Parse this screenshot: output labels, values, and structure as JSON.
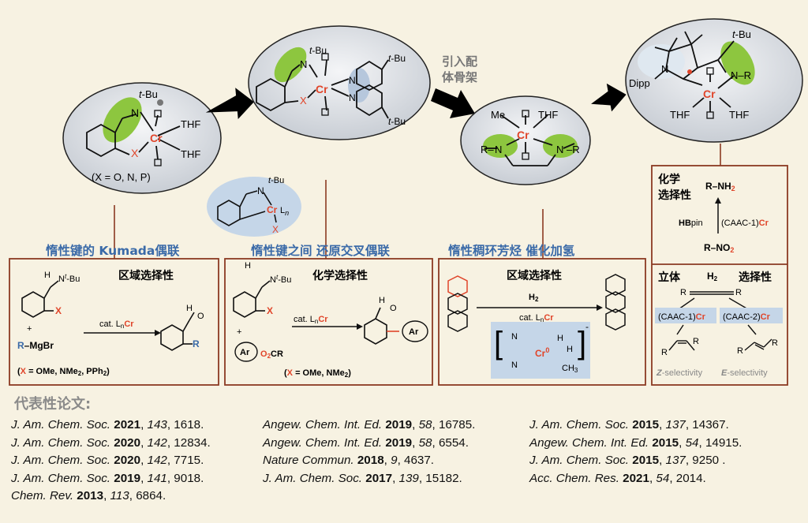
{
  "sections": {
    "kumada": "惰性键的 Kumada偶联",
    "reductive": "惰性键之间 还原交叉偶联",
    "hydrogenation": "惰性稠环芳烃 催化加氢",
    "ligand": "引入配\n体骨架"
  },
  "selectivity": {
    "regio": "区域选择性",
    "chemo": "化学选择性",
    "regio2": "区域选择性",
    "chemo_side": "化学\n选择性",
    "stereo_left": "立体",
    "stereo_right": "选择性"
  },
  "complex_labels": {
    "xdef": "(X = O, N, P)",
    "tbu": "t-Bu",
    "thf": "THF",
    "cr": "Cr",
    "me": "Me",
    "dipp": "Dipp",
    "crln": "CrLn"
  },
  "reactions": {
    "kumada": {
      "cat": "cat. LnCr",
      "grignard": "R–MgBr",
      "cond": "(X = OMe, NMe2, PPh2)"
    },
    "reductive": {
      "cat": "cat. LnCr",
      "ester": "O2CR",
      "ar": "Ar",
      "cond": "(X = OMe, NMe2)"
    },
    "hydrogenation": {
      "h2": "H2",
      "cat": "cat. LnCr",
      "cr0": "Cr0",
      "ch3": "CH3"
    },
    "nitro": {
      "product": "R–NH2",
      "reagent": "HBpin",
      "cat": "(CAAC-1)Cr",
      "start": "R–NO2"
    },
    "alkyne": {
      "h2": "H2",
      "cat1": "(CAAC-1)Cr",
      "cat2": "(CAAC-2)Cr",
      "z": "Z-selectivity",
      "e": "E-selectivity"
    }
  },
  "refs_title": "代表性论文:",
  "refs": [
    [
      "J. Am. Chem. Soc. 2021, 143, 1618.",
      "Angew. Chem. Int. Ed. 2019, 58, 16785.",
      "J. Am. Chem. Soc. 2015, 137, 14367."
    ],
    [
      "J. Am. Chem. Soc. 2020, 142, 12834.",
      "Angew. Chem. Int. Ed. 2019, 58, 6554.",
      "Angew. Chem. Int. Ed. 2015, 54, 14915."
    ],
    [
      "J. Am. Chem. Soc. 2020, 142, 7715.",
      "Nature Commun. 2018, 9, 4637.",
      "J. Am. Chem. Soc. 2015, 137, 9250 ."
    ],
    [
      "J. Am. Chem. Soc. 2019, 141, 9018.",
      "J. Am. Chem. Soc. 2017, 139, 15182.",
      "Acc. Chem. Res. 2021, 54, 2014."
    ],
    [
      "Chem. Rev. 2013, 113, 6864."
    ]
  ],
  "colors": {
    "accent_red": "#e0452a",
    "blue_title": "#3a6aa8",
    "box_border": "#8b3a22",
    "green": "#8dc63f",
    "ellipse_fill": "#dfe3e8"
  }
}
